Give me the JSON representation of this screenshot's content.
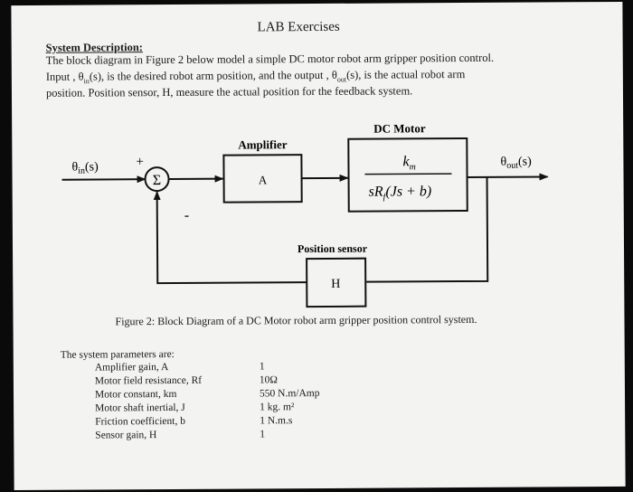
{
  "title": "LAB Exercises",
  "system_description_heading": "System Description:",
  "paragraph": {
    "line1": "The block diagram in Figure 2 below model a simple DC motor robot arm gripper position control.",
    "line2_part1": "Input , θ",
    "line2_in_sub": "in",
    "line2_part2": "(s), is the desired robot arm position, and the output ,  θ",
    "line2_out_sub": "out",
    "line2_part3": "(s), is the actual robot arm",
    "line3": "position. Position sensor, H, measure the actual position for the feedback system."
  },
  "diagram": {
    "input_label": "θin(s)",
    "input_theta": "θ",
    "input_sub": "in",
    "input_arg": "(s)",
    "plus_sign": "+",
    "minus_sign": "-",
    "sum_symbol": "Σ",
    "amplifier_title": "Amplifier",
    "amplifier_block": "A",
    "motor_title": "DC Motor",
    "motor_numerator": "k",
    "motor_numerator_sub": "m",
    "motor_denominator": "sR",
    "motor_denominator_sub": "f",
    "motor_denominator_rest": "(Js + b)",
    "output_theta": "θ",
    "output_sub": "out",
    "output_arg": "(s)",
    "sensor_title": "Position  sensor",
    "sensor_block": "H"
  },
  "caption": "Figure 2: Block Diagram of a DC Motor robot arm gripper position control system.",
  "params_intro": "The system parameters are:",
  "parameters": [
    {
      "name": "Amplifier gain, A",
      "value": "1"
    },
    {
      "name": "Motor field resistance, Rf",
      "value": "10Ω"
    },
    {
      "name": "Motor constant, km",
      "value": "550 N.m/Amp"
    },
    {
      "name": "Motor shaft inertial, J",
      "value": "1 kg. m²"
    },
    {
      "name": "Friction coefficient, b",
      "value": "1 N.m.s"
    },
    {
      "name": "Sensor gain, H",
      "value": "1"
    }
  ]
}
